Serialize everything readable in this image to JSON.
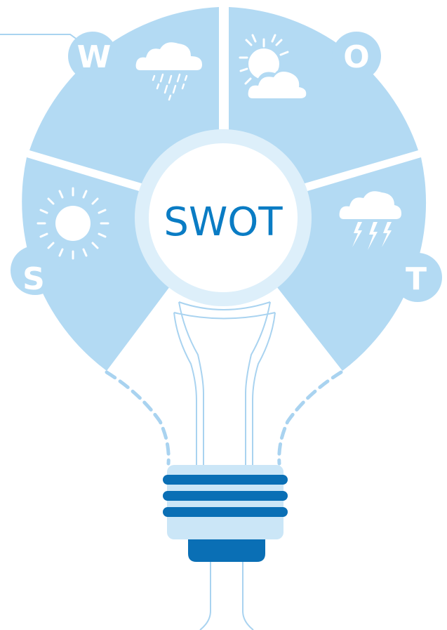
{
  "title": "SWOT",
  "quadrants": [
    {
      "letter": "S",
      "icon": "sun-icon"
    },
    {
      "letter": "W",
      "icon": "rain-cloud-icon"
    },
    {
      "letter": "O",
      "icon": "sun-behind-cloud-icon"
    },
    {
      "letter": "T",
      "icon": "thunderstorm-cloud-icon"
    }
  ],
  "colors": {
    "segment": "#b3daf3",
    "ring": "#ddeffa",
    "line": "#a9d3f0",
    "accent": "#0a7cc4",
    "dark_accent": "#0a6fb5",
    "icon": "#ffffff"
  }
}
